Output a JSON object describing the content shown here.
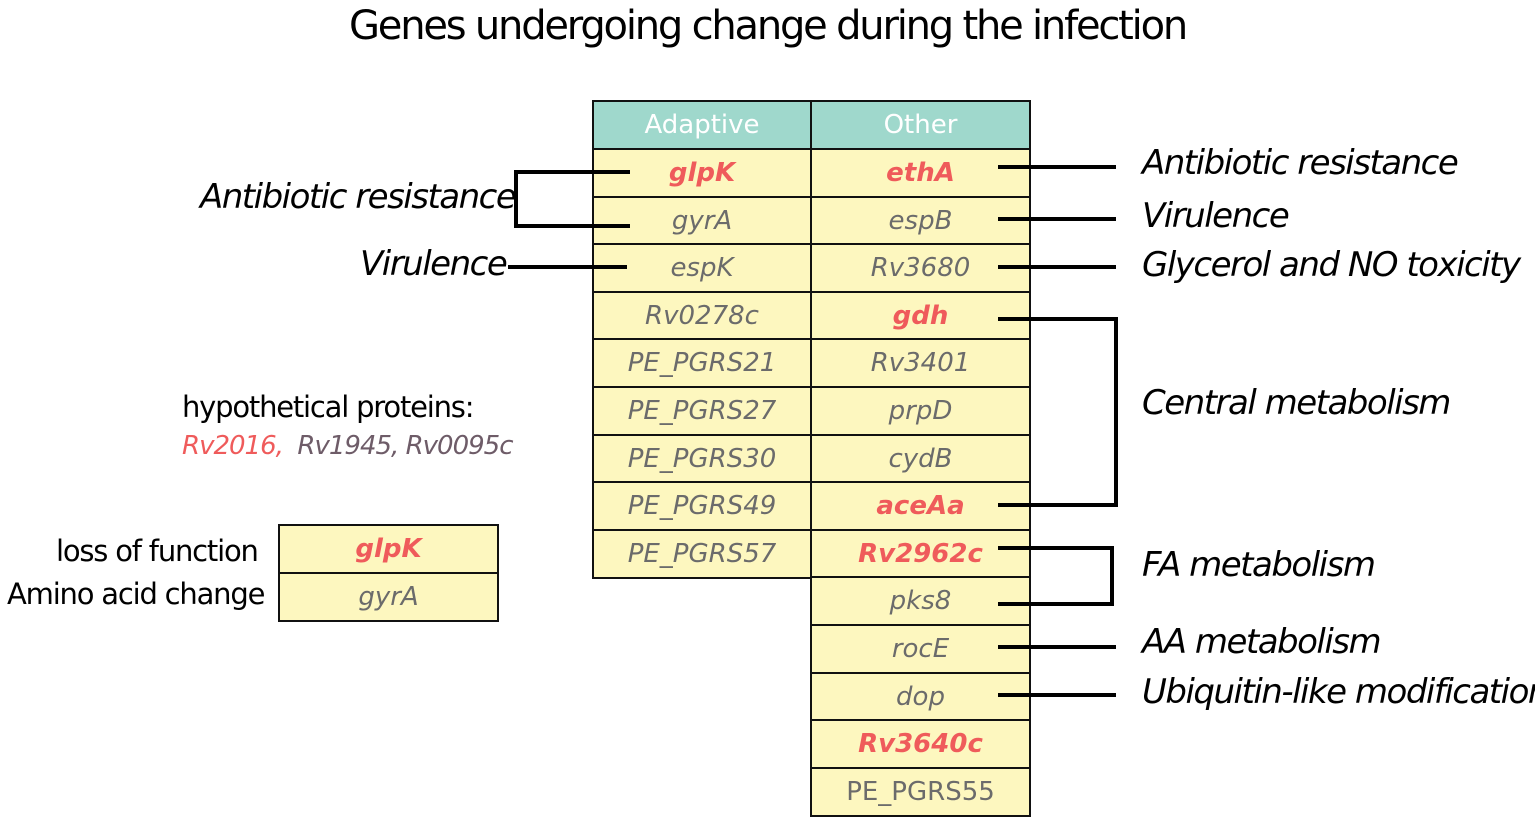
{
  "title": "Genes undergoing change during the infection",
  "columns": {
    "adaptive": {
      "header": "Adaptive",
      "genes": [
        {
          "name": "glpK",
          "highlight": true
        },
        {
          "name": "gyrA",
          "highlight": false
        },
        {
          "name": "espK",
          "highlight": false
        },
        {
          "name": "Rv0278c",
          "highlight": false
        },
        {
          "name": "PE_PGRS21",
          "highlight": false
        },
        {
          "name": "PE_PGRS27",
          "highlight": false
        },
        {
          "name": "PE_PGRS30",
          "highlight": false
        },
        {
          "name": "PE_PGRS49",
          "highlight": false
        },
        {
          "name": "PE_PGRS57",
          "highlight": false
        }
      ]
    },
    "other": {
      "header": "Other",
      "genes": [
        {
          "name": "ethA",
          "highlight": true
        },
        {
          "name": "espB",
          "highlight": false
        },
        {
          "name": "Rv3680",
          "highlight": false
        },
        {
          "name": "gdh",
          "highlight": true
        },
        {
          "name": "Rv3401",
          "highlight": false
        },
        {
          "name": "prpD",
          "highlight": false
        },
        {
          "name": "cydB",
          "highlight": false
        },
        {
          "name": "aceAa",
          "highlight": true
        },
        {
          "name": "Rv2962c",
          "highlight": true
        },
        {
          "name": "pks8",
          "highlight": false
        },
        {
          "name": "rocE",
          "highlight": false
        },
        {
          "name": "dop",
          "highlight": false
        },
        {
          "name": "Rv3640c",
          "highlight": true
        },
        {
          "name": "PE_PGRS55",
          "highlight": false,
          "upright": true
        }
      ]
    }
  },
  "left_annotations": [
    {
      "label": "Antibiotic resistance",
      "genes": [
        "glpK",
        "gyrA"
      ]
    },
    {
      "label": "Virulence",
      "genes": [
        "espK"
      ]
    }
  ],
  "right_annotations": [
    {
      "label": "Antibiotic resistance",
      "genes": [
        "ethA"
      ]
    },
    {
      "label": "Virulence",
      "genes": [
        "espB"
      ]
    },
    {
      "label": "Glycerol and NO toxicity",
      "genes": [
        "Rv3680"
      ]
    },
    {
      "label": "Central metabolism",
      "genes": [
        "gdh",
        "aceAa"
      ]
    },
    {
      "label": "FA metabolism",
      "genes": [
        "Rv2962c",
        "pks8"
      ]
    },
    {
      "label": "AA metabolism",
      "genes": [
        "rocE"
      ]
    },
    {
      "label": "Ubiquitin-like modification",
      "genes": [
        "dop"
      ]
    }
  ],
  "hypothetical": {
    "label": "hypothetical proteins:",
    "highlighted": "Rv2016,",
    "others": "Rv1945, Rv0095c"
  },
  "legend": [
    {
      "label": "loss of function",
      "example": "glpK",
      "highlight": true
    },
    {
      "label": "Amino acid change",
      "example": "gyrA",
      "highlight": false
    }
  ],
  "colors": {
    "highlight_text": "#ef5b5b",
    "normal_text": "#6b6b6b",
    "header_fill": "#9fd8cc",
    "cell_fill": "#fdf7bf"
  }
}
